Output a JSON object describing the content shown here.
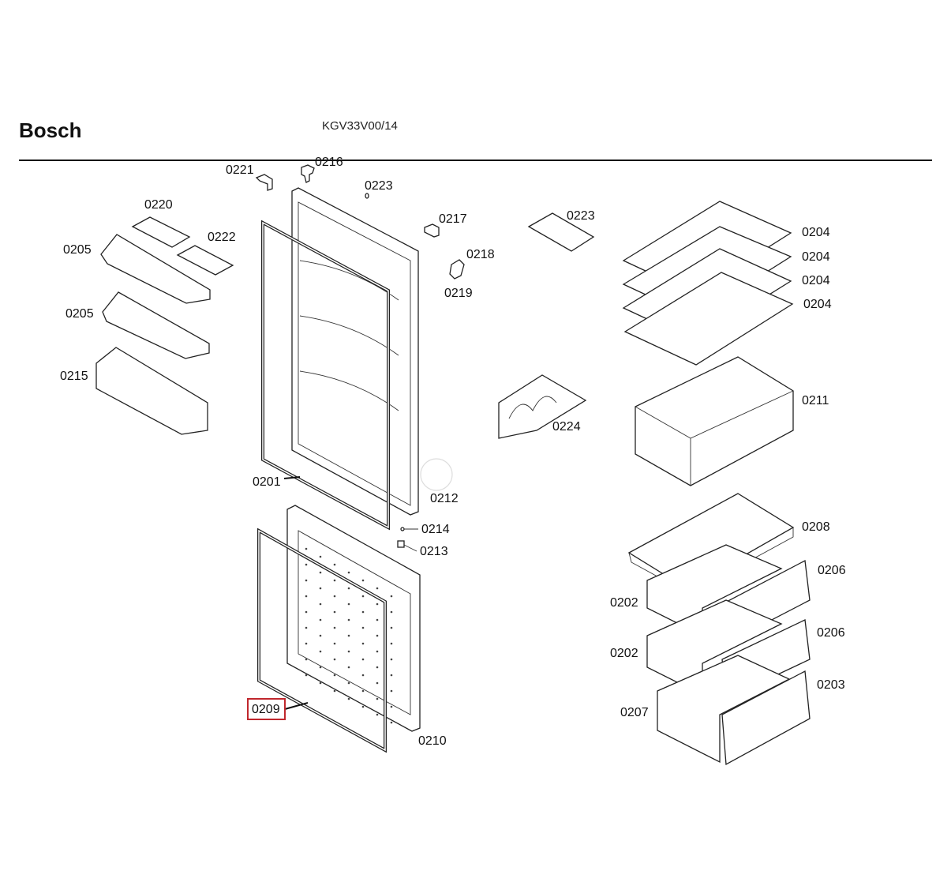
{
  "header": {
    "brand": "Bosch",
    "model": "KGV33V00/14"
  },
  "highlighted_part": "0209",
  "parts": {
    "p0221": "0221",
    "p0216": "0216",
    "p0223a": "0223",
    "p0220": "0220",
    "p0222": "0222",
    "p0205a": "0205",
    "p0205b": "0205",
    "p0215": "0215",
    "p0217": "0217",
    "p0218": "0218",
    "p0219": "0219",
    "p0223b": "0223",
    "p0204a": "0204",
    "p0204b": "0204",
    "p0204c": "0204",
    "p0204d": "0204",
    "p0224": "0224",
    "p0211": "0211",
    "p0201": "0201",
    "p0212": "0212",
    "p0214": "0214",
    "p0213": "0213",
    "p0208": "0208",
    "p0206a": "0206",
    "p0202a": "0202",
    "p0206b": "0206",
    "p0202b": "0202",
    "p0203": "0203",
    "p0207": "0207",
    "p0209": "0209",
    "p0210": "0210"
  }
}
